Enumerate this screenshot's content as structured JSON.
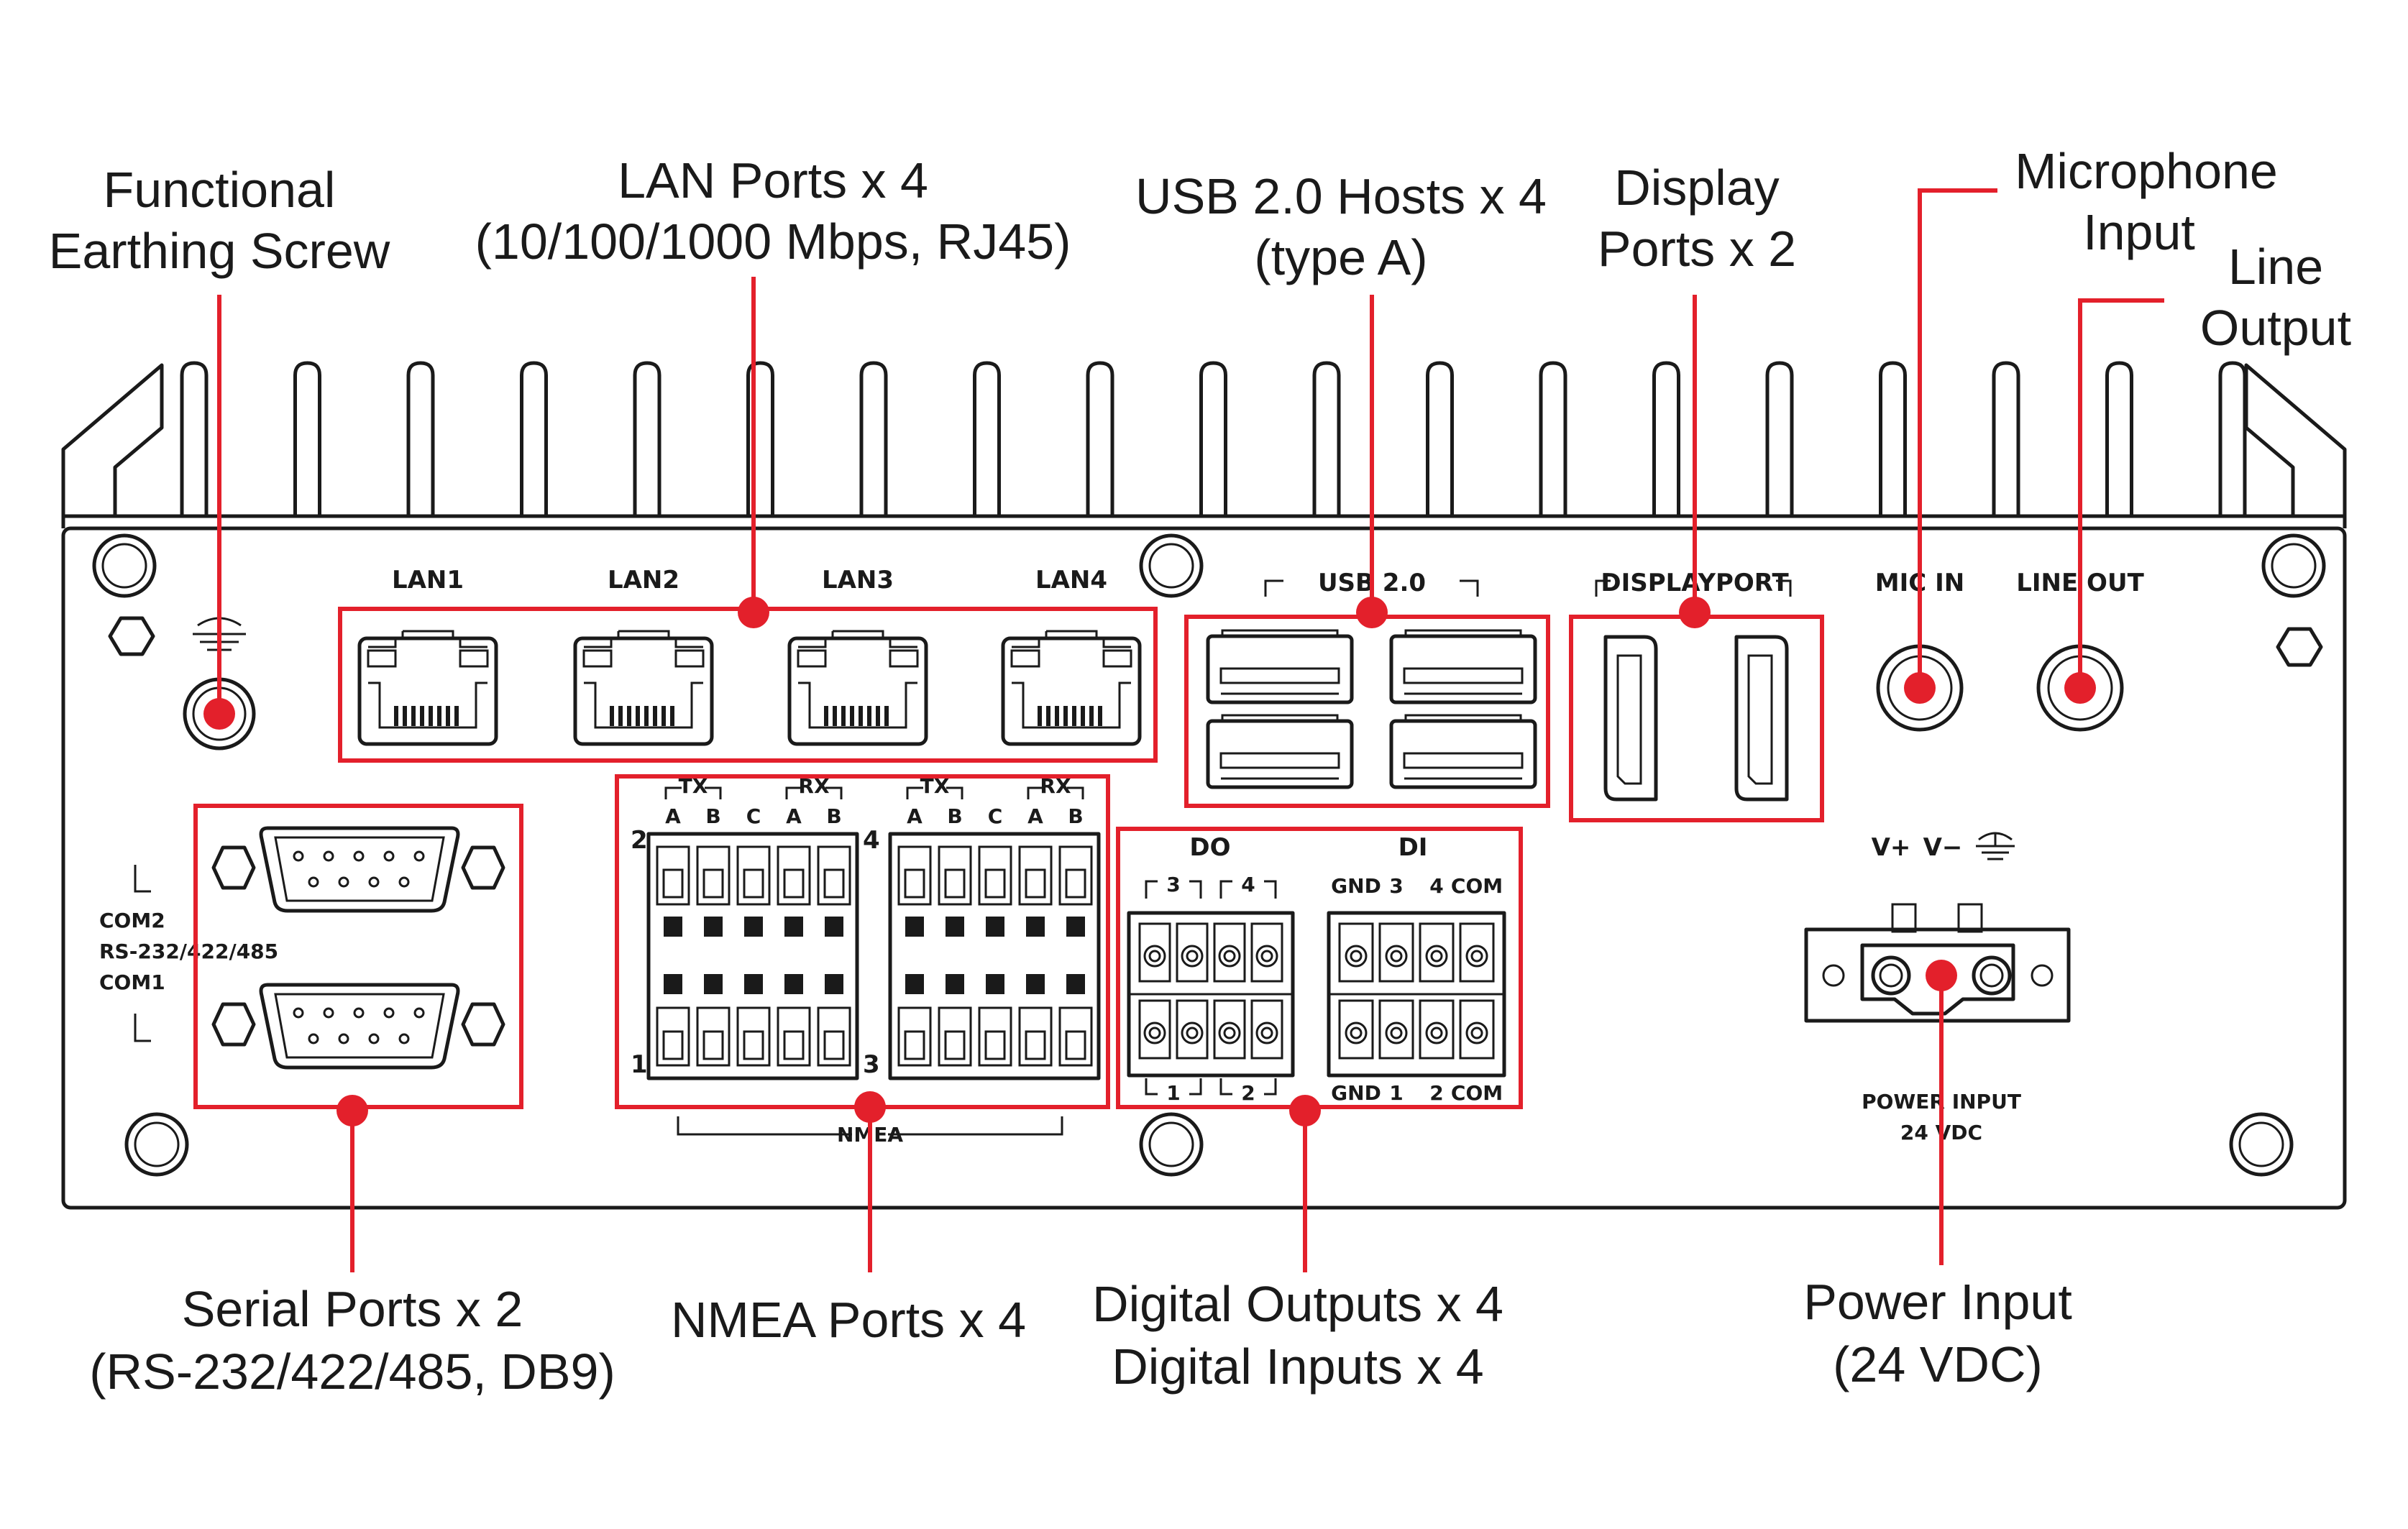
{
  "callouts": {
    "earthing": [
      "Functional",
      "Earthing Screw"
    ],
    "lan": [
      "LAN Ports x 4",
      "(10/100/1000 Mbps, RJ45)"
    ],
    "usb": [
      "USB 2.0 Hosts x 4",
      "(type A)"
    ],
    "display": [
      "Display",
      "Ports x 2"
    ],
    "mic": [
      "Microphone",
      "Input"
    ],
    "line": [
      "Line",
      "Output"
    ],
    "serial": [
      "Serial Ports x 2",
      "(RS-232/422/485, DB9)"
    ],
    "nmea": [
      "NMEA Ports x 4"
    ],
    "dio": [
      "Digital Outputs x 4",
      "Digital Inputs x 4"
    ],
    "power": [
      "Power Input",
      "(24 VDC)"
    ]
  },
  "panel": {
    "lan_labels": [
      "LAN1",
      "LAN2",
      "LAN3",
      "LAN4"
    ],
    "usb_label": "USB 2.0",
    "displayport_label": "DISPLAYPORT",
    "mic_label": "MIC IN",
    "line_label": "LINE OUT",
    "com_labels": [
      "COM2",
      "RS-232/422/485",
      "COM1"
    ],
    "nmea_label": "NMEA",
    "nmea_group": {
      "tx": "TX",
      "rx": "RX",
      "pins": [
        "A",
        "B",
        "C",
        "A",
        "B"
      ]
    },
    "nmea_numbers": [
      "2",
      "1",
      "4",
      "3"
    ],
    "do_label": "DO",
    "di_label": "DI",
    "do_top": [
      "3",
      "4"
    ],
    "do_bottom": [
      "1",
      "2"
    ],
    "di_top": [
      "GND",
      "3",
      "4",
      "COM"
    ],
    "di_bottom": [
      "GND",
      "1",
      "2",
      "COM"
    ],
    "power_pins": [
      "V+",
      "V−"
    ],
    "power_label": [
      "POWER INPUT",
      "24 VDC"
    ]
  },
  "colors": {
    "accent": "#e3202b",
    "ink": "#1a1a1a"
  }
}
